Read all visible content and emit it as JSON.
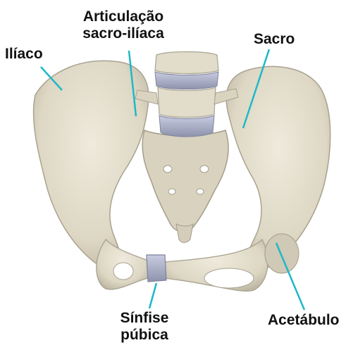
{
  "labels": {
    "iliaco": "Ilíaco",
    "articulacao_line1": "Articulação",
    "articulacao_line2": "sacro-ilíaca",
    "sacro": "Sacro",
    "sinfise_line1": "Sínfise",
    "sinfise_line2": "púbica",
    "acetabulo": "Acetábulo"
  },
  "colors": {
    "bone": "#e4dfcf",
    "bone_shade": "#c9c3b0",
    "bone_dark": "#a8a290",
    "disc": "#aeb2c8",
    "leader": "#1fb8c8",
    "background": "#ffffff"
  }
}
